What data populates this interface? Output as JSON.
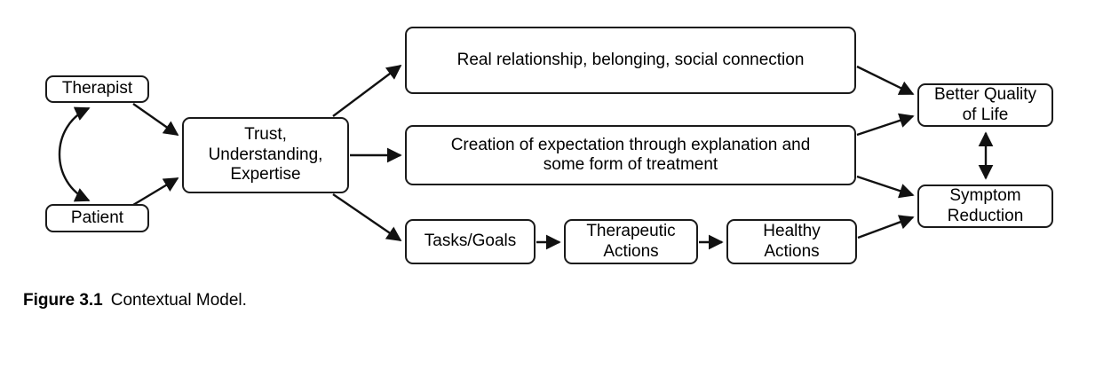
{
  "figure": {
    "caption_label": "Figure 3.1",
    "caption_text": "Contextual Model.",
    "background_color": "#ffffff",
    "line_color": "#1a1a1a",
    "text_color": "#000000"
  },
  "nodes": {
    "therapist": "Therapist",
    "patient": "Patient",
    "trust": "Trust,\nUnderstanding,\nExpertise",
    "real_relationship": "Real relationship, belonging, social connection",
    "creation": "Creation of expectation through explanation and\nsome form of treatment",
    "tasks_goals": "Tasks/Goals",
    "therapeutic_actions": "Therapeutic\nActions",
    "healthy_actions": "Healthy\nActions",
    "better_quality": "Better Quality\nof Life",
    "symptom_reduction": "Symptom\nReduction"
  },
  "edges": [
    {
      "name": "therapist-to-patient-arc",
      "from": "therapist",
      "to": "patient",
      "style": "curved",
      "arrowheads": "both"
    },
    {
      "name": "therapist-to-trust",
      "from": "therapist",
      "to": "trust",
      "style": "straight",
      "arrowheads": "end"
    },
    {
      "name": "patient-to-trust",
      "from": "patient",
      "to": "trust",
      "style": "straight",
      "arrowheads": "end"
    },
    {
      "name": "trust-to-real-relationship",
      "from": "trust",
      "to": "real_relationship",
      "style": "straight",
      "arrowheads": "end"
    },
    {
      "name": "trust-to-creation",
      "from": "trust",
      "to": "creation",
      "style": "straight",
      "arrowheads": "end"
    },
    {
      "name": "trust-to-tasks-goals",
      "from": "trust",
      "to": "tasks_goals",
      "style": "straight",
      "arrowheads": "end"
    },
    {
      "name": "real-relationship-to-better-quality",
      "from": "real_relationship",
      "to": "better_quality",
      "style": "straight",
      "arrowheads": "end"
    },
    {
      "name": "creation-to-better-quality",
      "from": "creation",
      "to": "better_quality",
      "style": "straight",
      "arrowheads": "end"
    },
    {
      "name": "creation-to-symptom-reduction",
      "from": "creation",
      "to": "symptom_reduction",
      "style": "straight",
      "arrowheads": "end"
    },
    {
      "name": "tasks-goals-to-therapeutic-actions",
      "from": "tasks_goals",
      "to": "therapeutic_actions",
      "style": "straight",
      "arrowheads": "end"
    },
    {
      "name": "therapeutic-actions-to-healthy-actions",
      "from": "therapeutic_actions",
      "to": "healthy_actions",
      "style": "straight",
      "arrowheads": "end"
    },
    {
      "name": "healthy-actions-to-symptom-reduction",
      "from": "healthy_actions",
      "to": "symptom_reduction",
      "style": "straight",
      "arrowheads": "end"
    },
    {
      "name": "better-quality-symptom-reduction-link",
      "from": "better_quality",
      "to": "symptom_reduction",
      "style": "straight",
      "arrowheads": "both"
    }
  ]
}
